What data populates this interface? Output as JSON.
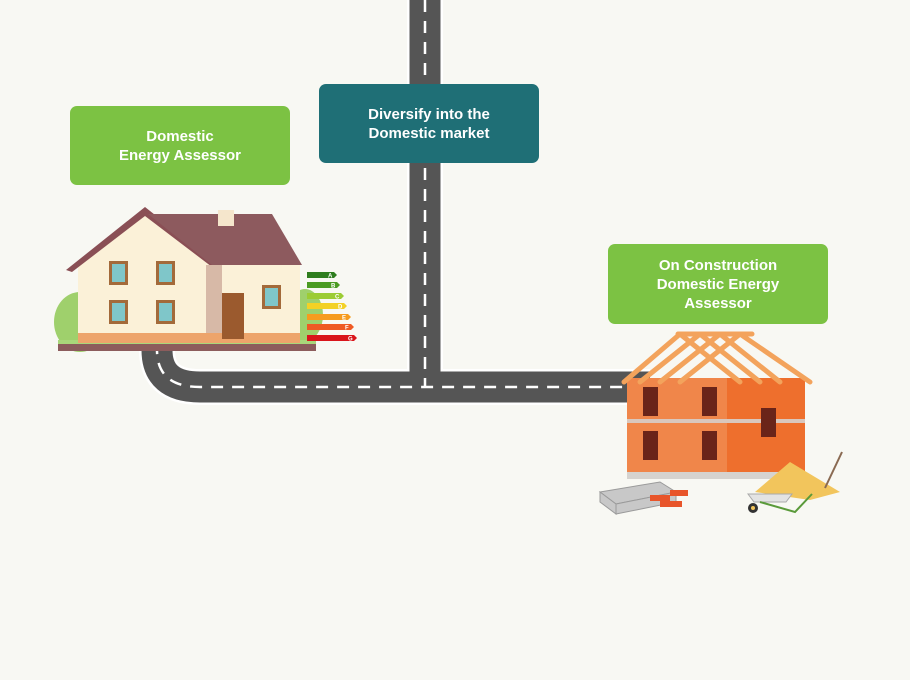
{
  "steps": [
    {
      "lines": [
        "Domestic",
        "Energy Assessor"
      ]
    },
    {
      "lines": [
        "Diversify into the",
        "Domestic market"
      ]
    },
    {
      "lines": [
        "On Construction",
        "Domestic Energy",
        "Assessor"
      ]
    }
  ],
  "energy_rating": {
    "labels": [
      "A",
      "B",
      "C",
      "D",
      "E",
      "F",
      "G"
    ]
  },
  "colors": {
    "green": "#7cc243",
    "teal": "#1f6f76",
    "road": "#555555"
  }
}
